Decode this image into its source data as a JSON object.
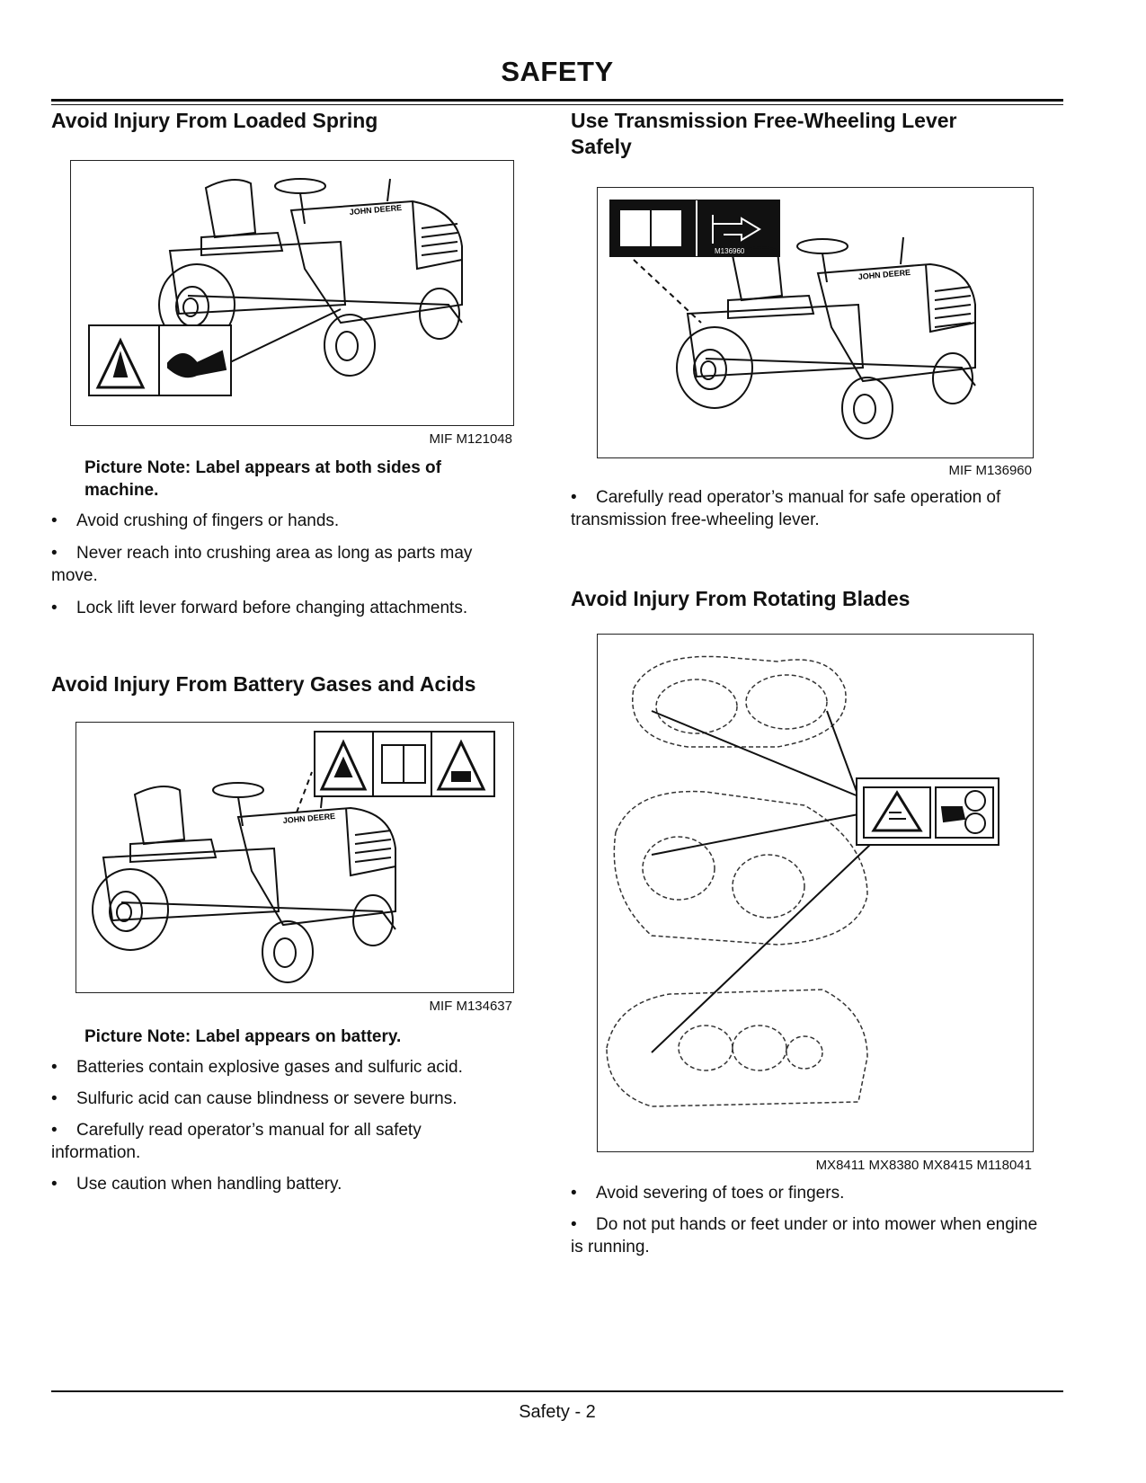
{
  "page": {
    "title": "SAFETY",
    "footer": "Safety - 2"
  },
  "left": {
    "spring": {
      "heading": "Avoid Injury From Loaded Spring",
      "figure_caption": "MIF M121048",
      "picture_note": "Picture Note: Label appears at both sides of machine.",
      "bullets": [
        "Avoid crushing of fingers or hands.",
        "Never reach into crushing area as long as parts may move.",
        "Lock lift lever forward before changing attachments."
      ]
    },
    "battery": {
      "heading": "Avoid Injury From Battery Gases and Acids",
      "figure_caption": "MIF M134637",
      "picture_note": "Picture Note: Label appears on battery.",
      "bullets": [
        "Batteries contain explosive gases and sulfuric acid.",
        "Sulfuric acid can cause blindness or severe burns.",
        "Carefully read operator’s manual for all safety information.",
        "Use caution when handling battery."
      ]
    }
  },
  "right": {
    "freewheel": {
      "heading_line1": "Use Transmission Free-Wheeling Lever",
      "heading_line2": "Safely",
      "figure_caption": "MIF M136960",
      "label_code": "M136960",
      "bullets": [
        "Carefully read operator’s manual for safe operation of transmission free-wheeling lever."
      ]
    },
    "blades": {
      "heading": "Avoid Injury From Rotating Blades",
      "figure_caption": "MX8411 MX8380 MX8415 M118041",
      "bullets": [
        "Avoid severing of toes or fingers.",
        "Do not put hands or feet under or into mower when engine is running."
      ]
    }
  },
  "icons": {
    "tractor": "lawn-tractor-illustration",
    "warning": "warning-triangle-icon",
    "manual": "operator-manual-icon",
    "mower_deck": "mower-deck-illustration"
  }
}
